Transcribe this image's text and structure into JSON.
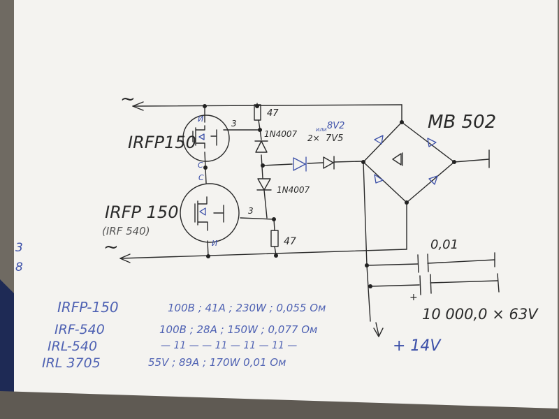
{
  "colors": {
    "paper": "#f4f3f0",
    "ink": "#2a2a2a",
    "blue_ink": "#3b4fa8",
    "table_blue": "#4f62b3"
  },
  "labels": {
    "ac_top": "~",
    "ac_bottom": "~",
    "q1_name": "IRFP150",
    "q2_name": "IRFP 150",
    "q2_alt": "(IRF 540)",
    "q1_drain": "И",
    "q1_gate": "3",
    "q1_source": "С",
    "q2_drain": "С",
    "q2_gate": "3",
    "q2_source": "И",
    "r1": "47",
    "r2": "47",
    "d1": "1N4007",
    "d2": "1N4007",
    "zener_or": "или",
    "zener_alt": "8V2",
    "zener_strike": "2×",
    "zener": "7V5",
    "bridge": "MB 502",
    "cap_small": "0,01",
    "cap_big": "10 000,0 × 63V",
    "cap_plus": "+",
    "output": "+ 14V",
    "edge_mark_1": "3",
    "edge_mark_2": "8"
  },
  "table": [
    {
      "part": "IRFP-150",
      "specs": "100В ; 41А ; 230W ; 0,055 Ом"
    },
    {
      "part": "IRF-540",
      "specs": "100В ; 28А ; 150W ; 0,077 Ом"
    },
    {
      "part": "IRL-540",
      "specs": "— 11 — — 11 — 11 — 11 —"
    },
    {
      "part": "IRL 3705",
      "specs": "55V ; 89А ; 170W 0,01 Ом"
    }
  ]
}
